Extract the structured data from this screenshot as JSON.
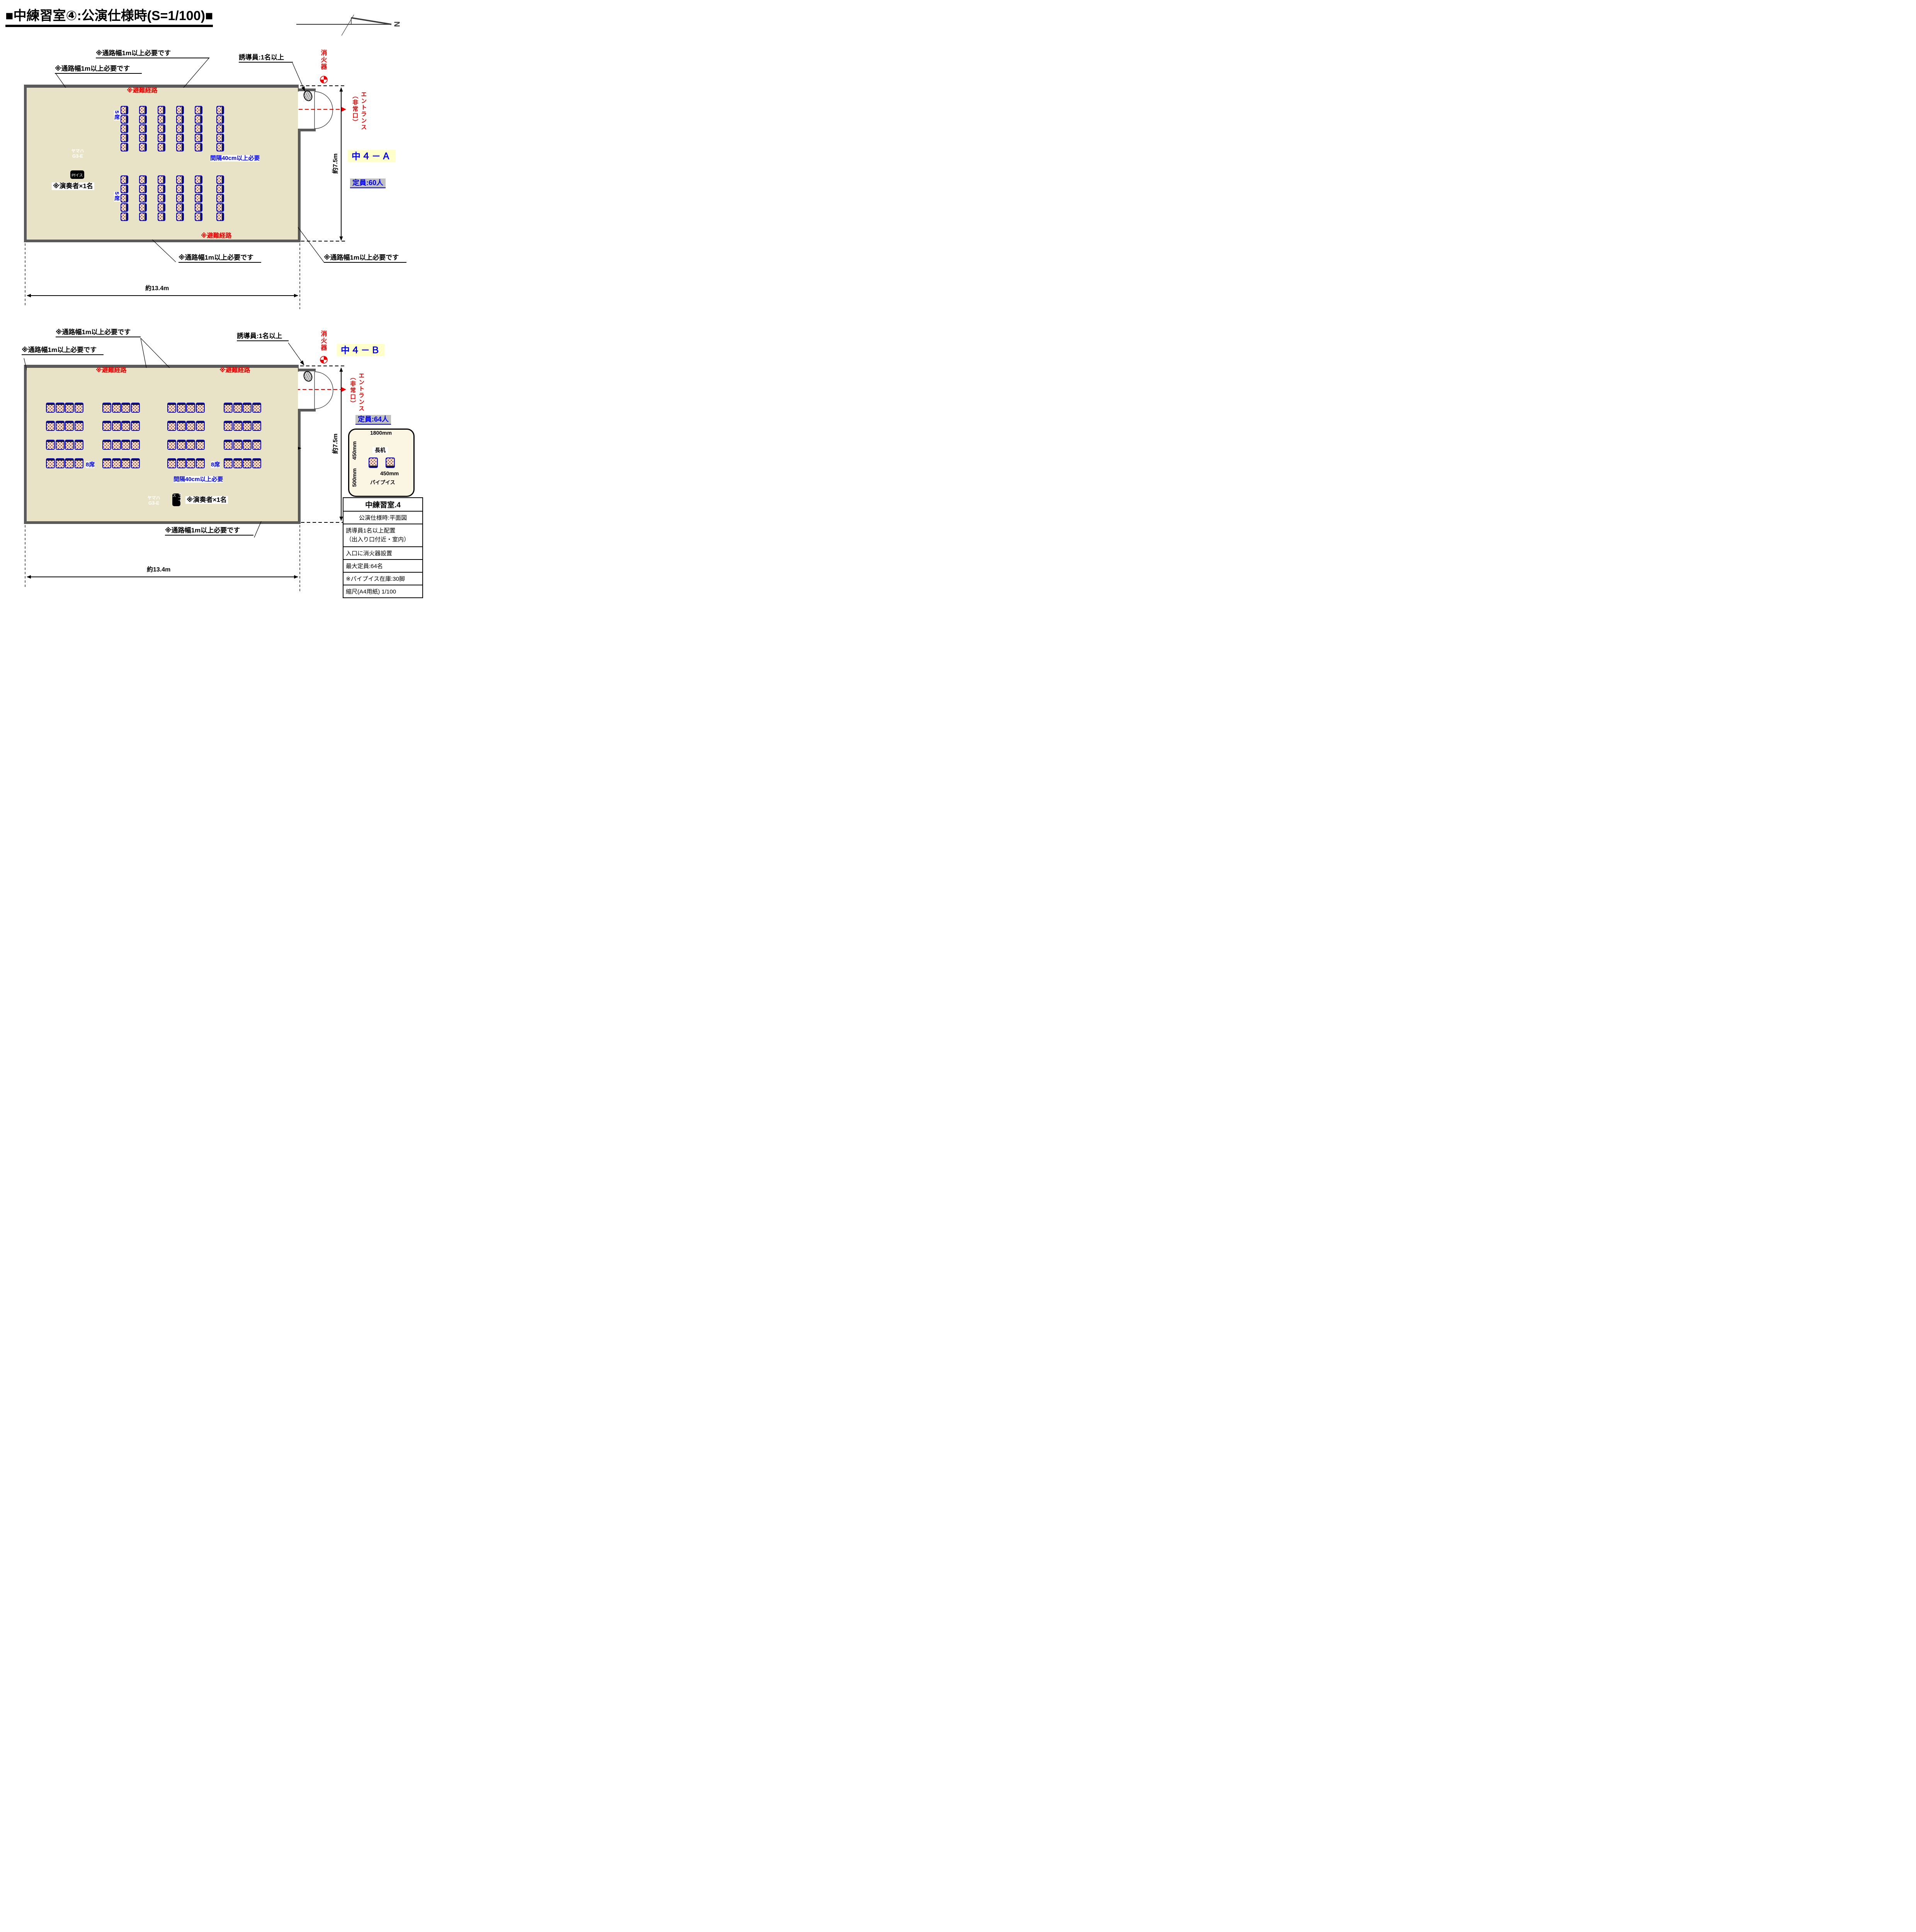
{
  "title": "■中練習室④:公演仕様時(S=1/100)■",
  "north_label": "N",
  "colors": {
    "accent_red": "#e80000",
    "accent_blue": "#0000ee",
    "floor": "#e8e3c6",
    "wall": "#5a5a5a",
    "seat_fill": "#eed6c3",
    "seat_frame": "#0000c8",
    "highlight_yellow": "#ffffcc",
    "highlight_gray": "#c0c0c0",
    "table_brown": "#9c4214"
  },
  "notes": {
    "aisle": "※通路幅1m以上必要です",
    "escape": "※避難経路",
    "gap": "間隔40cm以上必要",
    "guide": "誘導員:1名以上",
    "extinguisher": "消火器",
    "entrance1": "エントランス",
    "entrance2": "（非常口）",
    "performer": "※演奏者×1名"
  },
  "piano": {
    "brand": "ヤマハ",
    "model": "G3-E",
    "stool": "Pfイス"
  },
  "dims": {
    "width": "約13.4m",
    "height": "約7.5m"
  },
  "planA": {
    "name": "中４－Ａ",
    "capacity": "定員:60人",
    "row_label": "5席",
    "seating": {
      "type": "chair-columns",
      "blocks": 2,
      "columns": 6,
      "seats_per_column": 5,
      "total": 60
    }
  },
  "planB": {
    "name": "中４－Ｂ",
    "capacity": "定員:64人",
    "row_label": "8席",
    "seating": {
      "type": "chair-groups",
      "rows": 4,
      "groups_per_row": 4,
      "seats_per_group": 4,
      "total": 64
    }
  },
  "detail": {
    "table_width": "1800mm",
    "table_depth": "450mm",
    "chair_width": "450mm",
    "row_spacing": "500mm",
    "table_label": "長机",
    "chair_label": "パイプイス"
  },
  "info_table": {
    "rows": [
      "中練習室.4",
      "公演仕様時:平面図",
      "誘導員1名以上配置\n（出入り口付近・室内）",
      "入口に消火器設置",
      "最大定員:64名",
      "※パイプイス在庫:30脚",
      "縮尺(A4用紙) 1/100"
    ]
  }
}
